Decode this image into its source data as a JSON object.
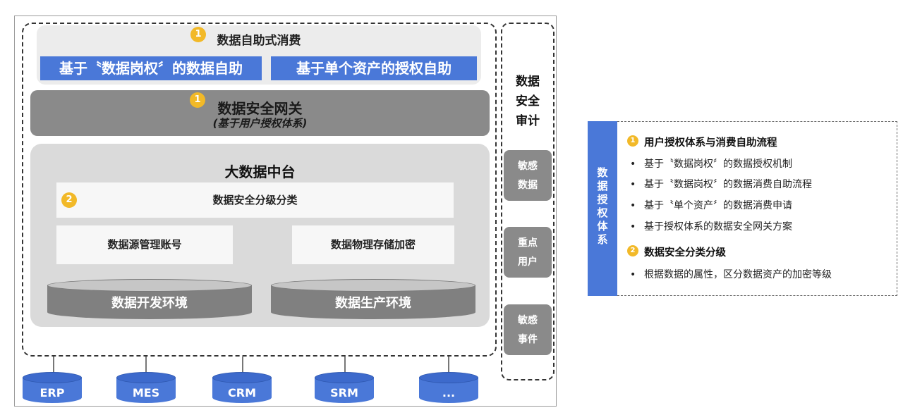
{
  "self_service": {
    "badge": "1",
    "title": "数据自助式消费",
    "btn_left": "基于〝数据岗权〞的数据自助",
    "btn_right": "基于单个资产的授权自助"
  },
  "gateway": {
    "badge": "1",
    "title": "数据安全网关",
    "subtitle": "(基于用户授权体系)"
  },
  "platform": {
    "title": "大数据中台",
    "classify_badge": "2",
    "classify": "数据安全分级分类",
    "box_left": "数据源管理账号",
    "box_right": "数据物理存储加密",
    "env_dev": "数据开发环境",
    "env_prod": "数据生产环境"
  },
  "audit": {
    "title_lines": [
      "数据",
      "安全",
      "审计"
    ],
    "boxes": [
      {
        "lines": [
          "敏感",
          "数据"
        ]
      },
      {
        "lines": [
          "重点",
          "用户"
        ]
      },
      {
        "lines": [
          "敏感",
          "事件"
        ]
      }
    ]
  },
  "sources": [
    "ERP",
    "MES",
    "CRM",
    "SRM",
    "..."
  ],
  "legend": {
    "side_label": [
      "数",
      "据",
      "授",
      "权",
      "体",
      "系"
    ],
    "section1": {
      "badge": "1",
      "title": "用户授权体系与消费自助流程",
      "items": [
        "基于〝数据岗权〞的数据授权机制",
        "基于〝数据岗权〞的数据消费自助流程",
        "基于〝单个资产〞的数据消费申请",
        "基于授权体系的数据安全网关方案"
      ]
    },
    "section2": {
      "badge": "2",
      "title": "数据安全分类分级",
      "items": [
        "根据数据的属性，区分数据资产的加密等级"
      ]
    },
    "bullet": "•"
  },
  "colors": {
    "accent_blue": "#4a78d8",
    "badge_yellow": "#f2b928",
    "gray_dark": "#8a8a8a",
    "gray_light": "#dadada"
  }
}
